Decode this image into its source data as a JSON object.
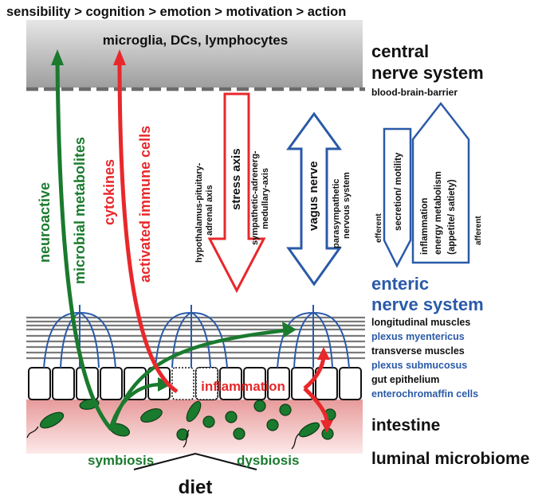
{
  "header": "sensibility > cognition > emotion > motivation > action",
  "cns": {
    "cells": "microglia, DCs, lymphocytes",
    "title_line1": "central",
    "title_line2": "nerve system",
    "barrier": "blood-brain-barrier"
  },
  "pathways": {
    "neuroactive": "neuroactive",
    "microbial_metabolites": "microbial metabolites",
    "cytokines": "cytokines",
    "activated_immune_cells": "activated immune cells",
    "hpa_line1": "hypothalamus-pituitary-",
    "hpa_line2": "adrenal axis",
    "stress_axis": "stress axis",
    "sam_line1": "sympathetic-adrenerg-",
    "sam_line2": "medullary-axis",
    "vagus_nerve": "vagus nerve",
    "para_line1": "parasympathetic",
    "para_line2": "nervous system",
    "efferent": "efferent",
    "secretion_motility": "secretion/ motility",
    "afferent_line1": "inflammation",
    "afferent_line2": "energy metabolism",
    "afferent_line3": "(appetite/ satiety)",
    "afferent": "afferent"
  },
  "ens": {
    "title_line1": "enteric",
    "title_line2": "nerve system",
    "longitudinal_muscles": "longitudinal muscles",
    "plexus_myentericus": "plexus myentericus",
    "transverse_muscles": "transverse muscles",
    "plexus_submucosus": "plexus submucosus",
    "gut_epithelium": "gut epithelium",
    "enterochromaffin_cells": "enterochromaffin cells"
  },
  "gut": {
    "inflammation": "inflammation",
    "intestine": "intestine",
    "symbiosis": "symbiosis",
    "dysbiosis": "dysbiosis",
    "luminal_microbiome": "luminal microbiome",
    "diet": "diet"
  },
  "colors": {
    "green": "#1a7a2e",
    "red": "#e8282b",
    "blue": "#2a5aa8",
    "black": "#111111",
    "lumen_pink": "#f1b8b8",
    "cns_gray": "#b8b8b8"
  }
}
